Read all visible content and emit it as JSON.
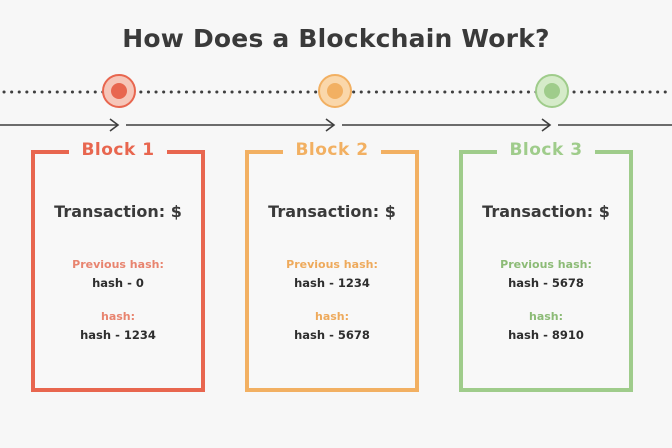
{
  "title": "How Does a Blockchain Work?",
  "blocks": [
    {
      "name": "Block 1",
      "transaction": "Transaction: $",
      "prev_label": "Previous hash:",
      "prev_value": "hash - 0",
      "hash_label": "hash:",
      "hash_value": "hash - 1234",
      "color": "#e8664f",
      "label_color": "#e8846f"
    },
    {
      "name": "Block  2",
      "transaction": "Transaction: $",
      "prev_label": "Previous hash:",
      "prev_value": "hash - 1234",
      "hash_label": "hash:",
      "hash_value": "hash - 5678",
      "color": "#f2b062",
      "label_color": "#eeaa5c"
    },
    {
      "name": "Block  3",
      "transaction": "Transaction: $",
      "prev_label": "Previous hash:",
      "prev_value": "hash - 5678",
      "hash_label": "hash:",
      "hash_value": "hash - 8910",
      "color": "#9fcc8b",
      "label_color": "#8cbb76"
    }
  ],
  "nodes": [
    {
      "color": "#e8664f",
      "fill": "#f6c6b9"
    },
    {
      "color": "#f2b062",
      "fill": "#fad7aa"
    },
    {
      "color": "#9fcc8b",
      "fill": "#d5ebc9"
    }
  ]
}
